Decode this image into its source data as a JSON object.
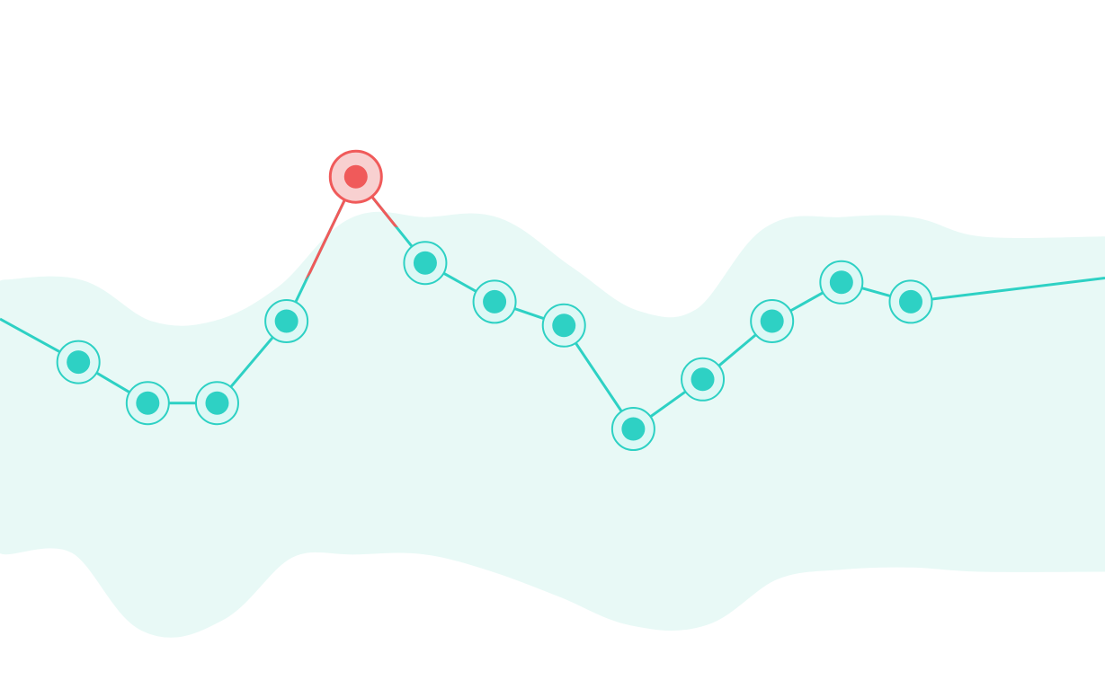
{
  "chart_data": {
    "type": "line",
    "title": "",
    "xlabel": "",
    "ylabel": "",
    "grid": false,
    "legend": "none",
    "x": [
      1,
      2,
      3,
      4,
      5,
      6,
      7,
      8,
      9,
      10,
      11,
      12,
      13,
      14
    ],
    "xlim": [
      -0.13,
      15.8
    ],
    "ylim": [
      -100,
      100
    ],
    "series": [
      {
        "values": [
          21,
          2,
          2,
          40,
          107,
          67,
          49,
          38,
          -10,
          13,
          40,
          58,
          49
        ],
        "x": [
          1,
          2,
          3,
          4,
          5,
          6,
          7,
          8,
          9,
          10,
          11,
          12,
          13
        ],
        "leading_value": 41,
        "trailing_value": 60
      }
    ],
    "band": {
      "upper": [
        53,
        34,
        34,
        51,
        82,
        82,
        82,
        60,
        39,
        40,
        78,
        82,
        82,
        73
      ],
      "lower": [
        -62,
        -98,
        -93,
        -64,
        -62,
        -62,
        -70,
        -82,
        -95,
        -95,
        -74,
        -69,
        -68,
        -70
      ]
    },
    "anomalies": [
      {
        "x": 5,
        "value": 107
      }
    ],
    "colors": {
      "line": "#2ed1c4",
      "marker_fill": "#2ed1c4",
      "marker_halo_fill": "#dcf8f5",
      "band": "#e8f9f6",
      "anomaly": "#f05a5a",
      "anomaly_halo_fill": "#f8d0d0",
      "background": "#ffffff"
    }
  }
}
